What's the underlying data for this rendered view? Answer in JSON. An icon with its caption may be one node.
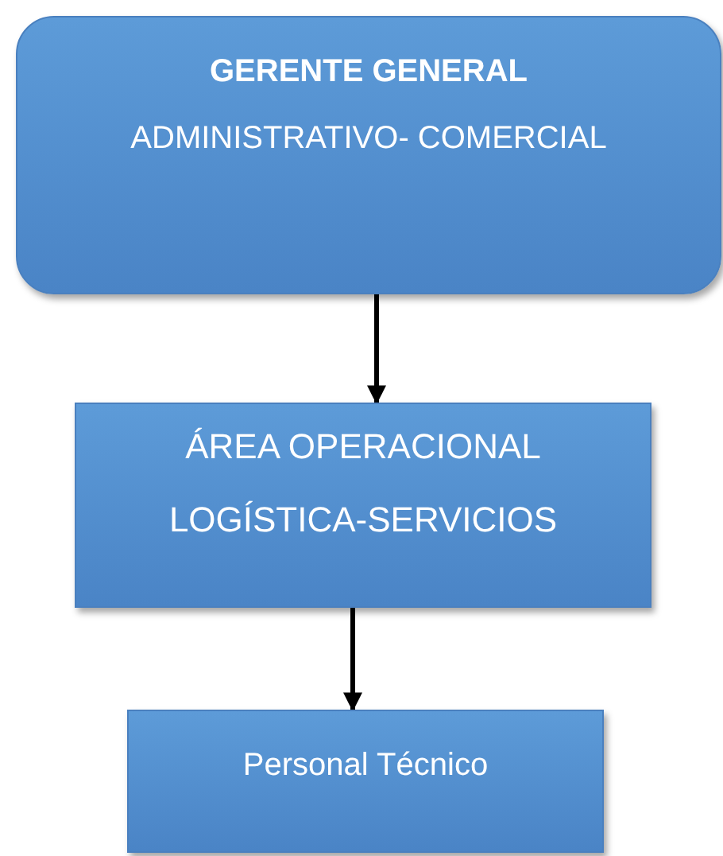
{
  "diagram": {
    "nodes": [
      {
        "text": [
          "GERENTE GENERAL",
          "ADMINISTRATIVO- COMERCIAL"
        ]
      },
      {
        "text": [
          "ÁREA OPERACIONAL",
          "LOGÍSTICA-SERVICIOS"
        ]
      },
      {
        "text": [
          "Personal Técnico"
        ]
      }
    ],
    "edges": [
      {
        "from": 0,
        "to": 1,
        "arrow": "to"
      },
      {
        "from": 1,
        "to": 2,
        "arrow": "to"
      }
    ]
  }
}
